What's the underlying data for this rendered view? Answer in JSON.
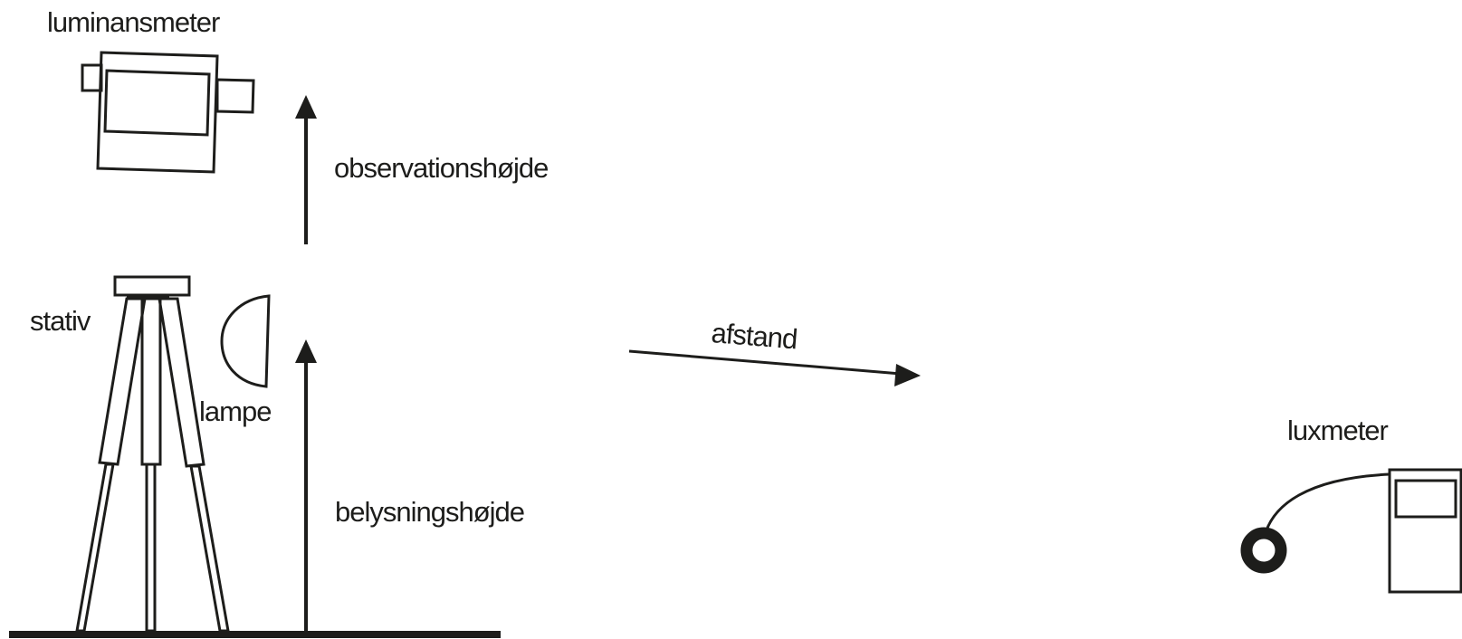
{
  "labels": {
    "luminance_meter": "luminansmeter",
    "observation_height": "observationshøjde",
    "tripod": "stativ",
    "lamp": "lampe",
    "lighting_height": "belysningshøjde",
    "distance": "afstand",
    "lux_meter": "luxmeter"
  },
  "colors": {
    "ink": "#1d1d1b",
    "background": "#ffffff"
  }
}
